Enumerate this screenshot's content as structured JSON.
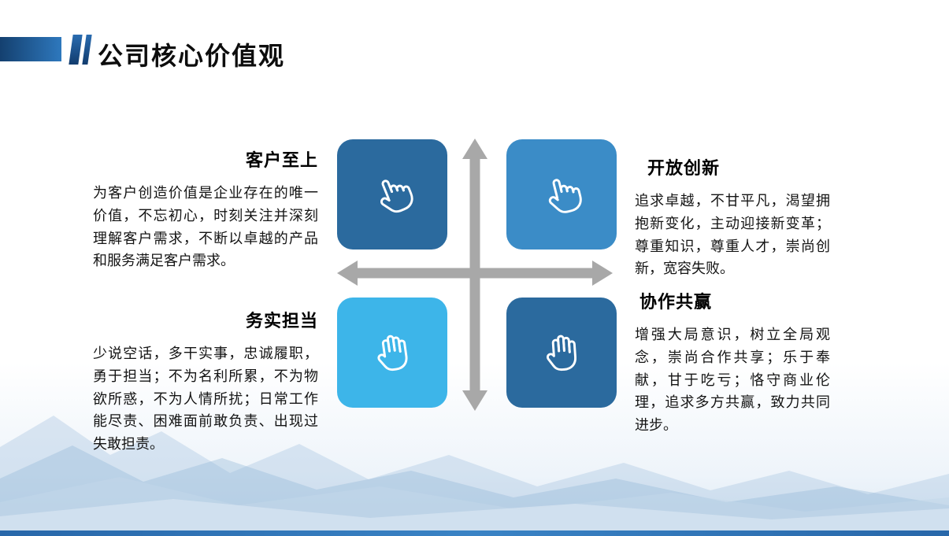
{
  "slide": {
    "title": "公司核心价值观"
  },
  "quadrants": {
    "customer_first": {
      "heading": "客户至上",
      "body": "为客户创造价值是企业存在的唯一价值，不忘初心，时刻关注并深刻理解客户需求，不断以卓越的产品和服务满足客户需求。"
    },
    "open_innovation": {
      "heading": "开放创新",
      "body": "追求卓越，不甘平凡，渴望拥抱新变化，主动迎接新变革；尊重知识，尊重人才，崇尚创新，宽容失败。"
    },
    "pragmatic_duty": {
      "heading": "务实担当",
      "body": "少说空话，多干实事，忠诚履职，勇于担当；不为名利所累，不为物欲所惑，不为人情所扰；日常工作能尽责、困难面前敢负责、出现过失敢担责。"
    },
    "win_win": {
      "heading": "协作共赢",
      "body": "增强大局意识，树立全局观念，崇尚合作共享；乐于奉献，甘于吃亏；恪守商业伦理，追求多方共赢，致力共同进步。"
    }
  },
  "icons": {
    "top_left": "hand-pointer-icon",
    "top_right": "hand-pointer-icon",
    "bottom_left": "hand-paper-icon",
    "bottom_right": "hand-paper-icon"
  },
  "colors": {
    "square_dark_blue": "#2b6a9e",
    "square_medium_blue": "#3b8cc7",
    "square_light_blue": "#3db5e9",
    "arrow_gray": "#a8a8a8",
    "accent_bar_blue": "#2e75b6",
    "bottom_bar_blue": "#2e74b5",
    "title_text": "#0d0d0d"
  }
}
